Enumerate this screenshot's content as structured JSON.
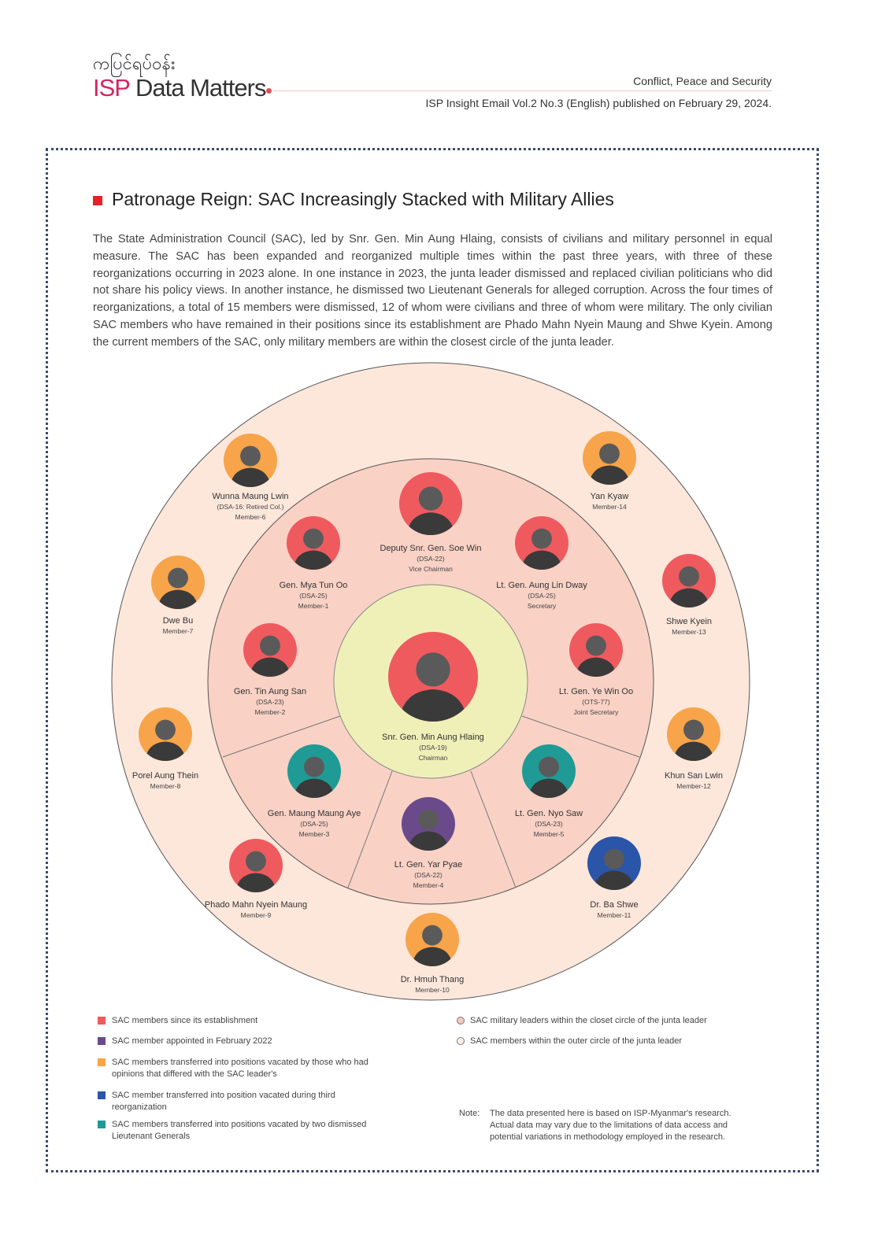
{
  "header": {
    "burmese": "ကပြင်ရပ်ဝန်း",
    "brand_isp": "ISP",
    "brand_rest": " Data Matters",
    "category": "Conflict, Peace and Security",
    "publication": "ISP Insight Email Vol.2 No.3 (English) published on February 29, 2024."
  },
  "article": {
    "title": "Patronage Reign: SAC Increasingly Stacked with Military Allies",
    "intro": "The State Administration Council (SAC), led by Snr. Gen. Min Aung Hlaing, consists of civilians and military personnel in equal measure. The SAC has been expanded and reorganized multiple times within the past three years, with three of these reorganizations occurring in 2023 alone. In one instance in 2023, the junta leader dismissed and replaced civilian politicians who did not share his policy views. In another instance, he dismissed two Lieutenant Generals for alleged corruption. Across the four times of reorganizations, a total of 15 members were dismissed, 12 of whom were civilians and three of whom were military. The only civilian SAC members who have remained in their positions since its establishment are Phado Mahn Nyein Maung and Shwe Kyein. Among the current members of the SAC, only military members are within the closest circle of the junta leader."
  },
  "colors": {
    "red": "#ef5a5f",
    "purple": "#6b4a8c",
    "orange": "#f7a44a",
    "blue": "#2a55a8",
    "teal": "#1f9a95",
    "outer": "#fde7db",
    "inner_ring": "#f9d2c5",
    "center": "#eff0b8"
  },
  "members": [
    {
      "name": "Snr. Gen. Min Aung Hlaing",
      "sub1": "(DSA-19)",
      "sub2": "Chairman",
      "color": "red"
    },
    {
      "name": "Deputy Snr. Gen. Soe Win",
      "sub1": "(DSA-22)",
      "sub2": "Vice Chairman",
      "color": "red"
    },
    {
      "name": "Gen. Mya Tun Oo",
      "sub1": "(DSA-25)",
      "sub2": "Member-1",
      "color": "red"
    },
    {
      "name": "Lt. Gen. Aung Lin Dway",
      "sub1": "(DSA-25)",
      "sub2": "Secretary",
      "color": "red"
    },
    {
      "name": "Gen. Tin Aung San",
      "sub1": "(DSA-23)",
      "sub2": "Member-2",
      "color": "red"
    },
    {
      "name": "Lt. Gen. Ye Win Oo",
      "sub1": "(OTS-77)",
      "sub2": "Joint Secretary",
      "color": "red"
    },
    {
      "name": "Gen. Maung Maung Aye",
      "sub1": "(DSA-25)",
      "sub2": "Member-3",
      "color": "teal"
    },
    {
      "name": "Lt. Gen. Nyo Saw",
      "sub1": "(DSA-23)",
      "sub2": "Member-5",
      "color": "teal"
    },
    {
      "name": "Lt. Gen. Yar Pyae",
      "sub1": "(DSA-22)",
      "sub2": "Member-4",
      "color": "purple"
    },
    {
      "name": "Wunna Maung Lwin",
      "sub1": "(DSA-16: Retired Col.)",
      "sub2": "Member-6",
      "color": "orange"
    },
    {
      "name": "Yan Kyaw",
      "sub1": "",
      "sub2": "Member-14",
      "color": "orange"
    },
    {
      "name": "Dwe Bu",
      "sub1": "",
      "sub2": "Member-7",
      "color": "orange"
    },
    {
      "name": "Shwe Kyein",
      "sub1": "",
      "sub2": "Member-13",
      "color": "red"
    },
    {
      "name": "Porel Aung Thein",
      "sub1": "",
      "sub2": "Member-8",
      "color": "orange"
    },
    {
      "name": "Khun San Lwin",
      "sub1": "",
      "sub2": "Member-12",
      "color": "orange"
    },
    {
      "name": "Phado Mahn Nyein Maung",
      "sub1": "",
      "sub2": "Member-9",
      "color": "red"
    },
    {
      "name": "Dr. Ba Shwe",
      "sub1": "",
      "sub2": "Member-11",
      "color": "blue"
    },
    {
      "name": "Dr. Hmuh Thang",
      "sub1": "",
      "sub2": "Member-10",
      "color": "orange"
    }
  ],
  "legend": {
    "squares": [
      {
        "label": "SAC members since its establishment",
        "color": "red"
      },
      {
        "label": "SAC member appointed in February 2022",
        "color": "purple"
      },
      {
        "label": "SAC members transferred into positions vacated by those who had opinions that differed with the SAC leader's",
        "color": "orange"
      },
      {
        "label": "SAC member transferred into position vacated during third reorganization",
        "color": "blue"
      },
      {
        "label": "SAC members transferred into positions vacated by two dismissed Lieutenant Generals",
        "color": "teal"
      }
    ],
    "circles": [
      {
        "label": "SAC military leaders within the closet circle of the junta leader",
        "color": "#f1c9bd"
      },
      {
        "label": "SAC members within the outer circle of the junta leader",
        "color": "#fdf0e6"
      }
    ]
  },
  "note": {
    "label": "Note:",
    "text": "The data presented here is based on ISP-Myanmar's research. Actual data may vary due to the limitations of data access and potential variations in methodology employed in the research."
  }
}
